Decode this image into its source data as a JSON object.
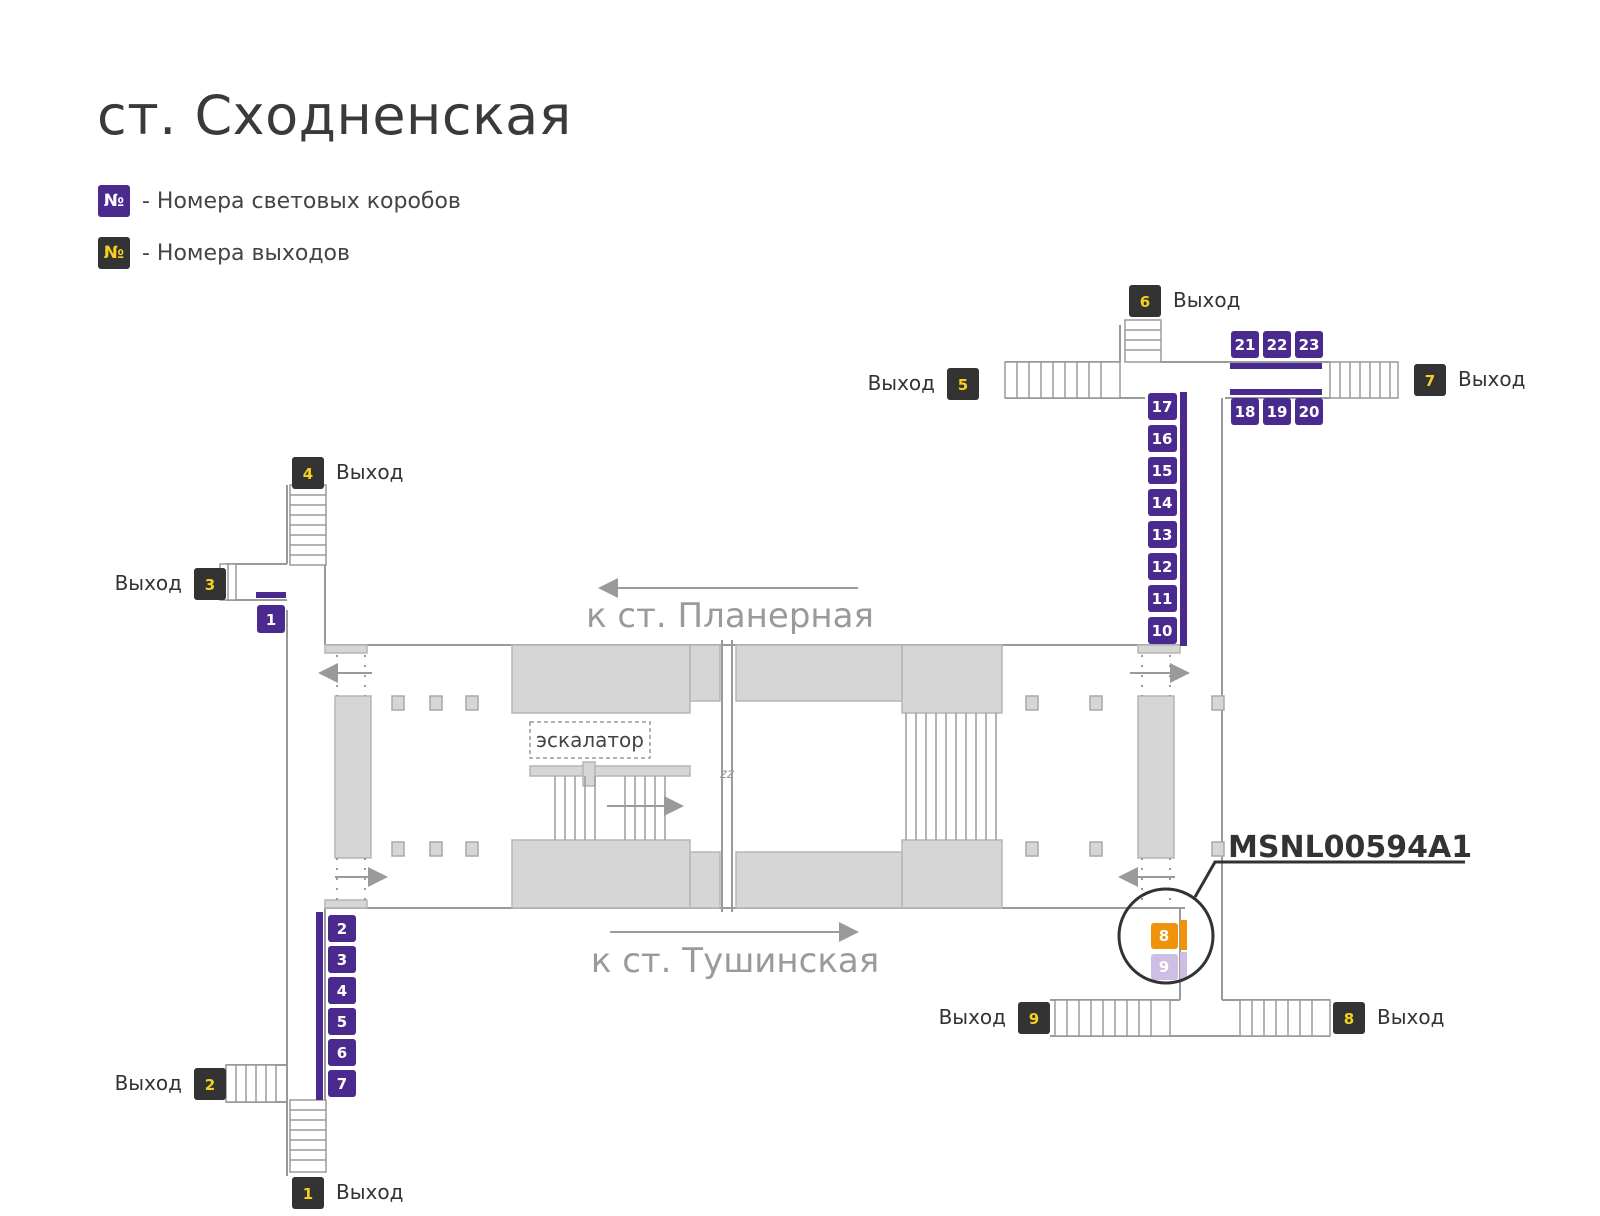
{
  "title": "ст. Сходненская",
  "legend": {
    "symbol": "№",
    "lightboxes": "- Номера световых коробов",
    "exits": "- Номера выходов"
  },
  "exit_word": "Выход",
  "exits": [
    "1",
    "2",
    "3",
    "4",
    "5",
    "6",
    "7",
    "8",
    "9"
  ],
  "lightboxes": [
    "1",
    "2",
    "3",
    "4",
    "5",
    "6",
    "7",
    "8",
    "9",
    "10",
    "11",
    "12",
    "13",
    "14",
    "15",
    "16",
    "17",
    "18",
    "19",
    "20",
    "21",
    "22",
    "23"
  ],
  "highlight": {
    "lightbox": "8",
    "faded": "9",
    "code": "MSNL00594A1"
  },
  "directions": {
    "top": "к ст. Планерная",
    "bottom": "к ст. Тушинская"
  },
  "escalator": "эскалатор",
  "platform_mark": "zz",
  "colors": {
    "lightbox": "#4b2a8f",
    "exit_badge": "#333333",
    "exit_number": "#f5d020",
    "highlight": "#f0920a",
    "faded": "#cdbfe3",
    "structure": "#d6d6d6",
    "line": "#9a9a9a"
  }
}
